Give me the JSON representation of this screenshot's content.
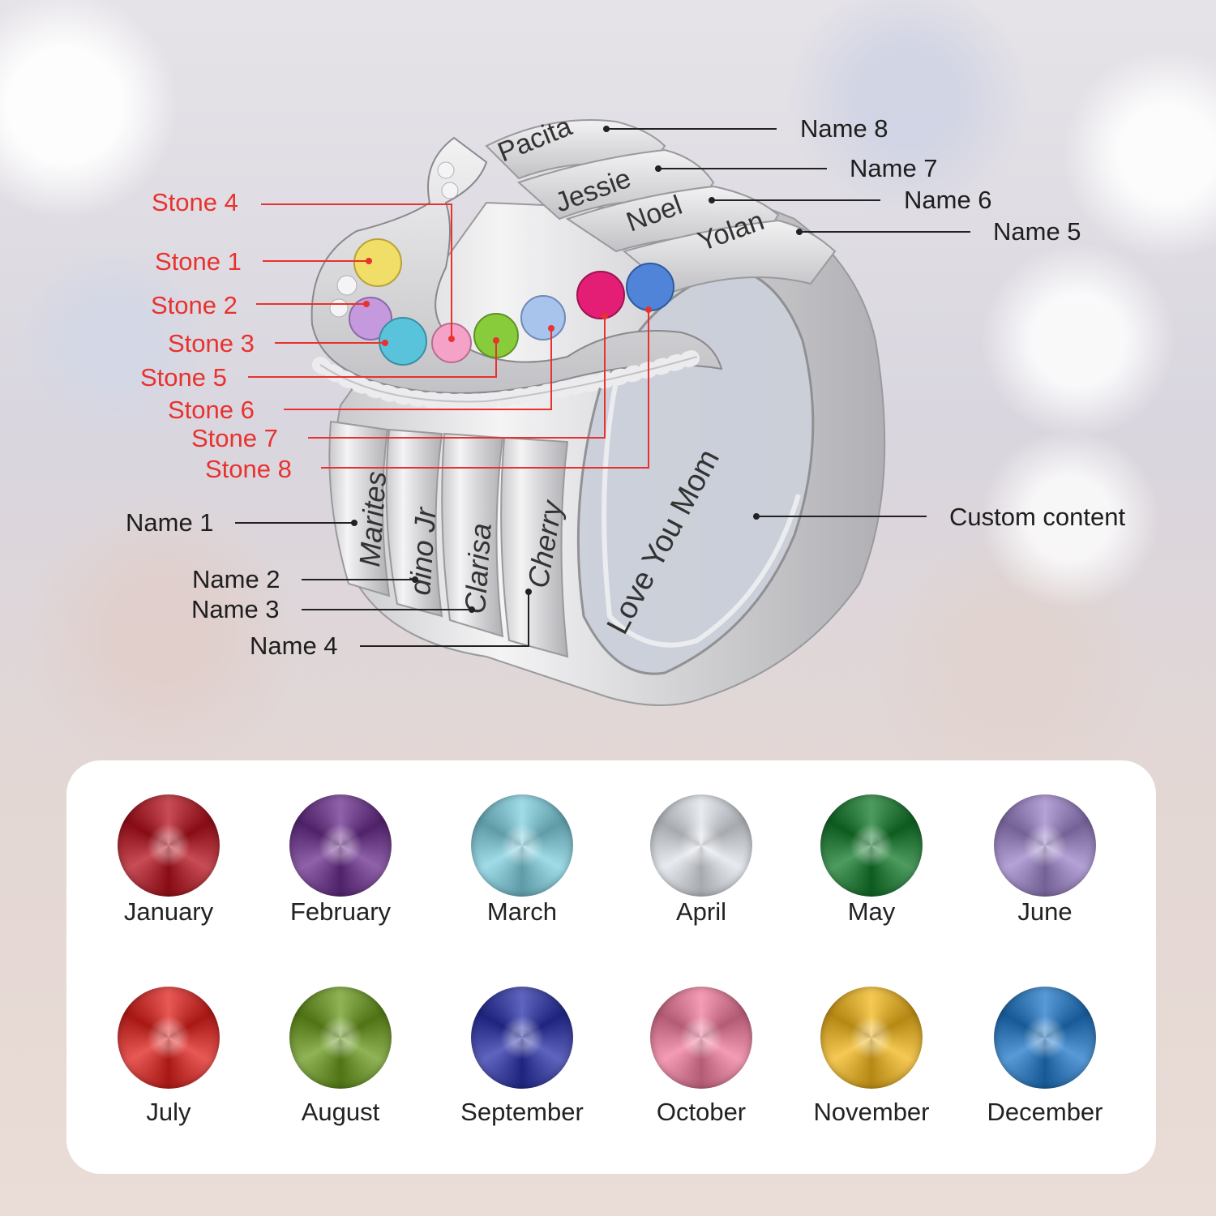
{
  "ring_engravings": {
    "top_names": [
      "Pacita",
      "Jessie",
      "Noel",
      "Yolan"
    ],
    "side_names": [
      "Marites",
      "dino Jr",
      "Clarisa",
      "Cherry"
    ],
    "inner_text": "Love You Mom"
  },
  "callouts": {
    "names": [
      {
        "label": "Name 8"
      },
      {
        "label": "Name 7"
      },
      {
        "label": "Name 6"
      },
      {
        "label": "Name 5"
      },
      {
        "label": "Name 1"
      },
      {
        "label": "Name 2"
      },
      {
        "label": "Name 3"
      },
      {
        "label": "Name 4"
      }
    ],
    "stones": [
      {
        "label": "Stone 4"
      },
      {
        "label": "Stone 1"
      },
      {
        "label": "Stone 2"
      },
      {
        "label": "Stone 3"
      },
      {
        "label": "Stone 5"
      },
      {
        "label": "Stone 6"
      },
      {
        "label": "Stone 7"
      },
      {
        "label": "Stone 8"
      }
    ],
    "custom": "Custom content"
  },
  "colors": {
    "stone_label": "#e8322f",
    "name_label": "#1e1e1e"
  },
  "birthstones": [
    {
      "month": "January",
      "color": "#b5101c"
    },
    {
      "month": "February",
      "color": "#6a2d8c"
    },
    {
      "month": "March",
      "color": "#7fd0e0"
    },
    {
      "month": "April",
      "color": "#dfe3ea"
    },
    {
      "month": "May",
      "color": "#127a2a"
    },
    {
      "month": "June",
      "color": "#9b82c9"
    },
    {
      "month": "July",
      "color": "#e0201c"
    },
    {
      "month": "August",
      "color": "#6a9a1c"
    },
    {
      "month": "September",
      "color": "#2930a8"
    },
    {
      "month": "October",
      "color": "#f07a9c"
    },
    {
      "month": "November",
      "color": "#f2b61a"
    },
    {
      "month": "December",
      "color": "#1f78c9"
    }
  ]
}
